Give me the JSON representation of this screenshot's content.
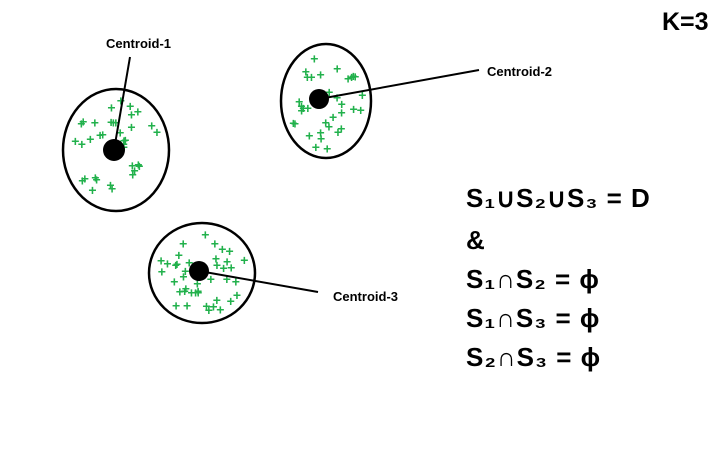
{
  "k_label": "K=3",
  "clusters": [
    {
      "label": "Centroid-1"
    },
    {
      "label": "Centroid-2"
    },
    {
      "label": "Centroid-3"
    }
  ],
  "point_symbol": "+",
  "colors": {
    "points": "#22b14c",
    "stroke": "#000000"
  },
  "equations": [
    "S₁∪S₂∪S₃ = D",
    "&",
    "S₁∩S₂ = ϕ",
    "S₁∩S₃ = ϕ",
    "S₂∩S₃ = ϕ"
  ]
}
